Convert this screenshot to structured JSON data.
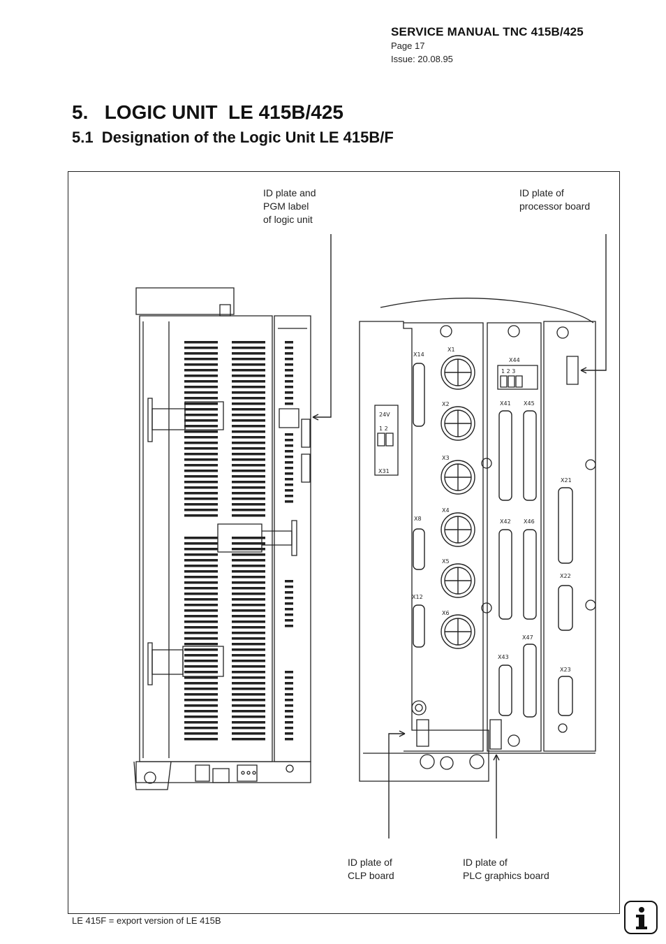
{
  "header": {
    "manual_title": "SERVICE MANUAL TNC 415B/425",
    "page": "Page 17",
    "issue": "Issue: 20.08.95"
  },
  "section": {
    "title": "5.   LOGIC UNIT  LE 415B/425",
    "subtitle": "5.1  Designation of the Logic Unit LE 415B/F"
  },
  "figure": {
    "labels": {
      "id_plate_logic_unit": "ID plate and\nPGM label\nof logic unit",
      "id_plate_processor": "ID plate of\nprocessor board",
      "id_plate_clp": "ID plate of\nCLP board",
      "id_plate_plc_graphics": "ID plate of\nPLC graphics board"
    },
    "connectors": {
      "x1": "X1",
      "x2": "X2",
      "x3": "X3",
      "x4": "X4",
      "x5": "X5",
      "x6": "X6",
      "x8": "X8",
      "x12": "X12",
      "x14": "X14",
      "x31": "X31",
      "x21": "X21",
      "x22": "X22",
      "x23": "X23",
      "x41": "X41",
      "x42": "X42",
      "x43": "X43",
      "x44": "X44",
      "x45": "X45",
      "x46": "X46",
      "x47": "X47",
      "voltage": "24V",
      "x44_pins": "1 2 3",
      "x31_pins": "1 2"
    }
  },
  "footnote": "LE 415F = export version of LE 415B",
  "icons": {
    "info": "info-icon"
  }
}
